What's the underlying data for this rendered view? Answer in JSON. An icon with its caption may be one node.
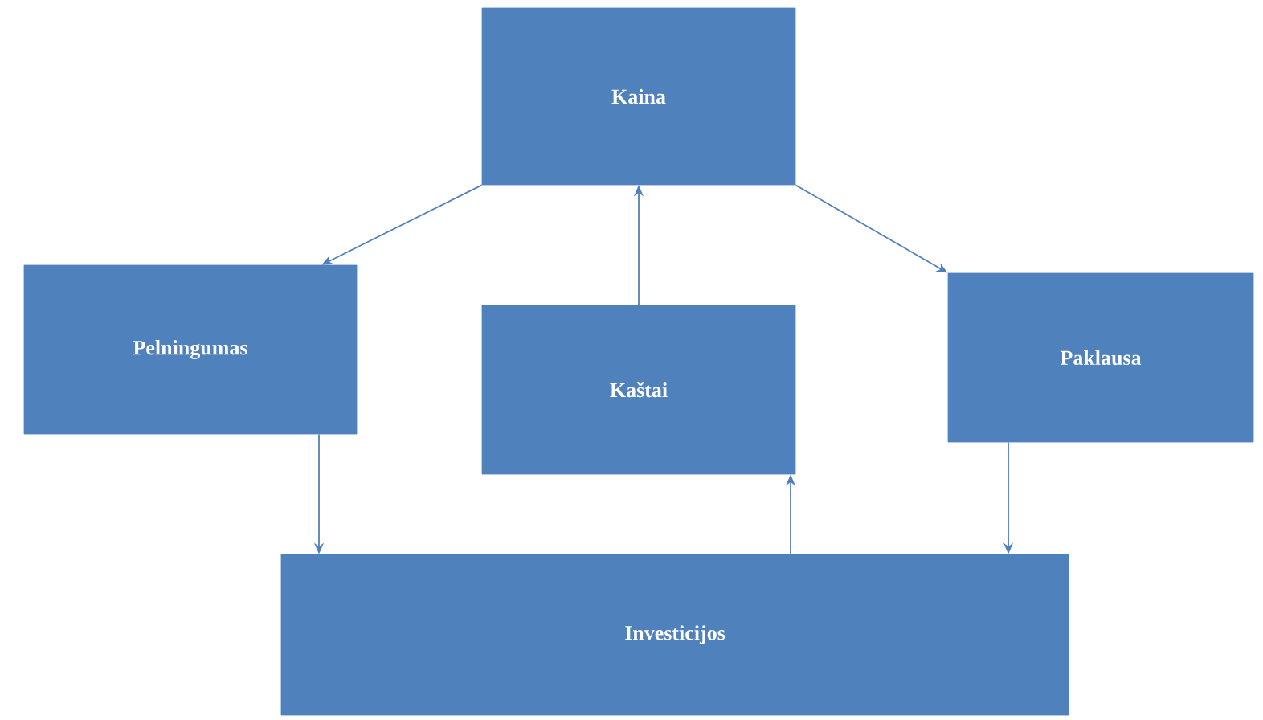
{
  "diagram": {
    "nodes": [
      {
        "text": [
          "Kaina"
        ]
      },
      {
        "text": [
          "Pelningumas"
        ]
      },
      {
        "text": [
          "Kaštai"
        ]
      },
      {
        "text": [
          "Paklausa"
        ]
      },
      {
        "text": [
          "Investicijos"
        ]
      }
    ],
    "edges": [
      {
        "from": 0,
        "to": 1,
        "arrow": "to"
      },
      {
        "from": 0,
        "to": 3,
        "arrow": "to"
      },
      {
        "from": 2,
        "to": 0,
        "arrow": "to"
      },
      {
        "from": 4,
        "to": 2,
        "arrow": "to"
      },
      {
        "from": 1,
        "to": 4,
        "arrow": "to"
      },
      {
        "from": 3,
        "to": 4,
        "arrow": "to"
      }
    ]
  }
}
